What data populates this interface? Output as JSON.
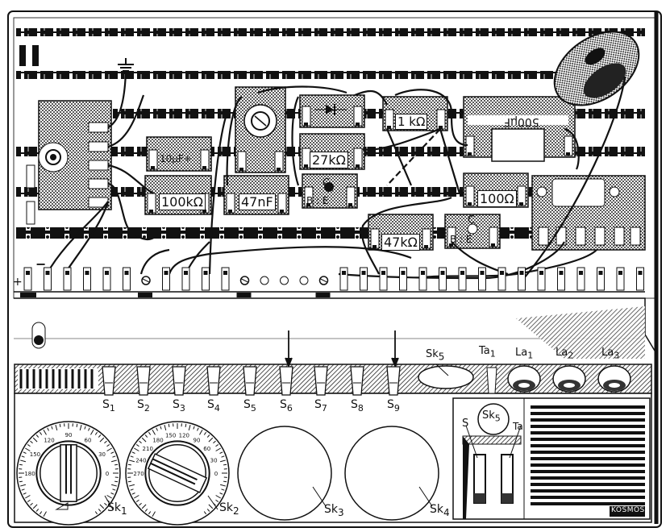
{
  "brand": "KOSMOS",
  "board": {
    "components": [
      {
        "id": "ground",
        "label": "⏚",
        "kind": "ground-symbol"
      },
      {
        "id": "cap-10uf",
        "label": "10µF+",
        "kind": "electrolytic-capacitor"
      },
      {
        "id": "res-100k",
        "label": "100kΩ",
        "kind": "resistor"
      },
      {
        "id": "cap-47nf",
        "label": "47nF",
        "kind": "capacitor"
      },
      {
        "id": "trimmer",
        "label": "",
        "kind": "potentiometer"
      },
      {
        "id": "diode",
        "label": "",
        "kind": "diode"
      },
      {
        "id": "res-27k",
        "label": "27kΩ",
        "kind": "resistor"
      },
      {
        "id": "res-1k",
        "label": "1 kΩ",
        "kind": "resistor"
      },
      {
        "id": "trans-1",
        "label": "B E C",
        "kind": "transistor"
      },
      {
        "id": "cap-500uf",
        "label": "500µF",
        "kind": "electrolytic-capacitor"
      },
      {
        "id": "res-100",
        "label": "100Ω",
        "kind": "resistor"
      },
      {
        "id": "res-47k",
        "label": "47kΩ",
        "kind": "resistor"
      },
      {
        "id": "trans-2",
        "label": "B E C",
        "kind": "transistor"
      },
      {
        "id": "speaker",
        "label": "",
        "kind": "loudspeaker"
      }
    ],
    "plus_label": "+",
    "minus_label": "−",
    "transistor_pins": {
      "b": "B",
      "e": "E",
      "c": "C"
    },
    "cap_plus": "+",
    "cap_minus": "−"
  },
  "switches": [
    "S1",
    "S2",
    "S3",
    "S4",
    "S5",
    "S6",
    "S7",
    "S8",
    "S9"
  ],
  "switch_labels": [
    {
      "main": "S",
      "sub": "1"
    },
    {
      "main": "S",
      "sub": "2"
    },
    {
      "main": "S",
      "sub": "3"
    },
    {
      "main": "S",
      "sub": "4"
    },
    {
      "main": "S",
      "sub": "5"
    },
    {
      "main": "S",
      "sub": "6"
    },
    {
      "main": "S",
      "sub": "7"
    },
    {
      "main": "S",
      "sub": "8"
    },
    {
      "main": "S",
      "sub": "9"
    }
  ],
  "top_controls": {
    "sk5": {
      "main": "Sk",
      "sub": "5"
    },
    "ta1": {
      "main": "Ta",
      "sub": "1"
    },
    "lamps": [
      {
        "main": "La",
        "sub": "1"
      },
      {
        "main": "La",
        "sub": "2"
      },
      {
        "main": "La",
        "sub": "3"
      }
    ]
  },
  "dials": [
    {
      "main": "Sk",
      "sub": "1",
      "scale": [
        "180",
        "150",
        "120",
        "90",
        "60",
        "30",
        "0"
      ]
    },
    {
      "main": "Sk",
      "sub": "2",
      "scale": [
        "270",
        "240",
        "210",
        "180",
        "150",
        "120",
        "90",
        "60",
        "30",
        "0"
      ]
    },
    {
      "main": "Sk",
      "sub": "3"
    },
    {
      "main": "Sk",
      "sub": "4"
    }
  ],
  "side_panel": {
    "sk5": {
      "main": "Sk",
      "sub": "5"
    },
    "s_label": "S",
    "ta_label": "Ta"
  }
}
